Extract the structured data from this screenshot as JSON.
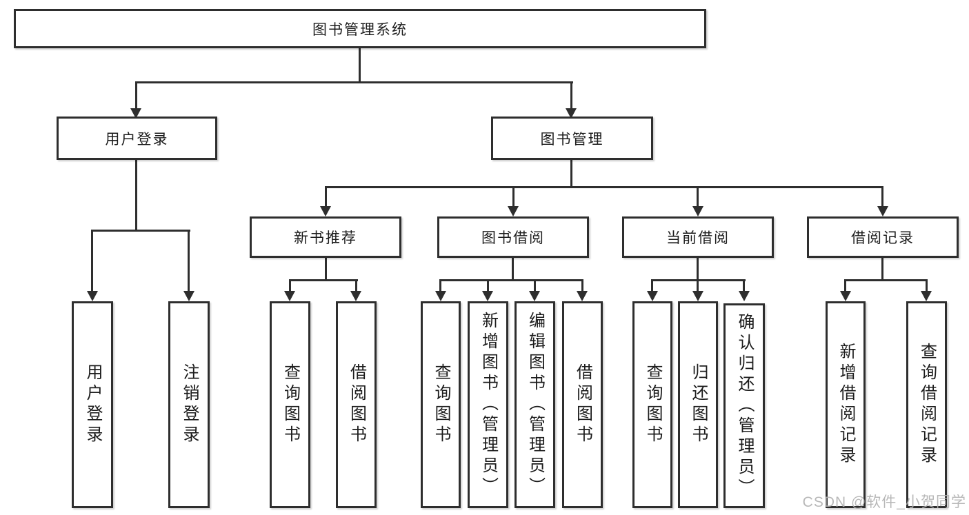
{
  "diagram_type": "hierarchy-tree",
  "colors": {
    "line": "#2e2e2e",
    "box_border": "#2e2e2e",
    "box_background": "#ffffff",
    "text": "#1c1c1c",
    "watermark": "#b3b3b3"
  },
  "tree": {
    "label": "图书管理系统",
    "children": [
      {
        "label": "用户登录",
        "children": [
          {
            "label": "用户登录"
          },
          {
            "label": "注销登录"
          }
        ]
      },
      {
        "label": "图书管理",
        "children": [
          {
            "label": "新书推荐",
            "children": [
              {
                "label": "查询图书"
              },
              {
                "label": "借阅图书"
              }
            ]
          },
          {
            "label": "图书借阅",
            "children": [
              {
                "label": "查询图书"
              },
              {
                "label": "新增图书（管理员）"
              },
              {
                "label": "编辑图书（管理员）"
              },
              {
                "label": "借阅图书"
              }
            ]
          },
          {
            "label": "当前借阅",
            "children": [
              {
                "label": "查询图书"
              },
              {
                "label": "归还图书"
              },
              {
                "label": "确认归还（管理员）"
              }
            ]
          },
          {
            "label": "借阅记录",
            "children": [
              {
                "label": "新增借阅记录"
              },
              {
                "label": "查询借阅记录"
              }
            ]
          }
        ]
      }
    ]
  },
  "watermark": {
    "text": "CSDN @软件_小贺同学"
  }
}
